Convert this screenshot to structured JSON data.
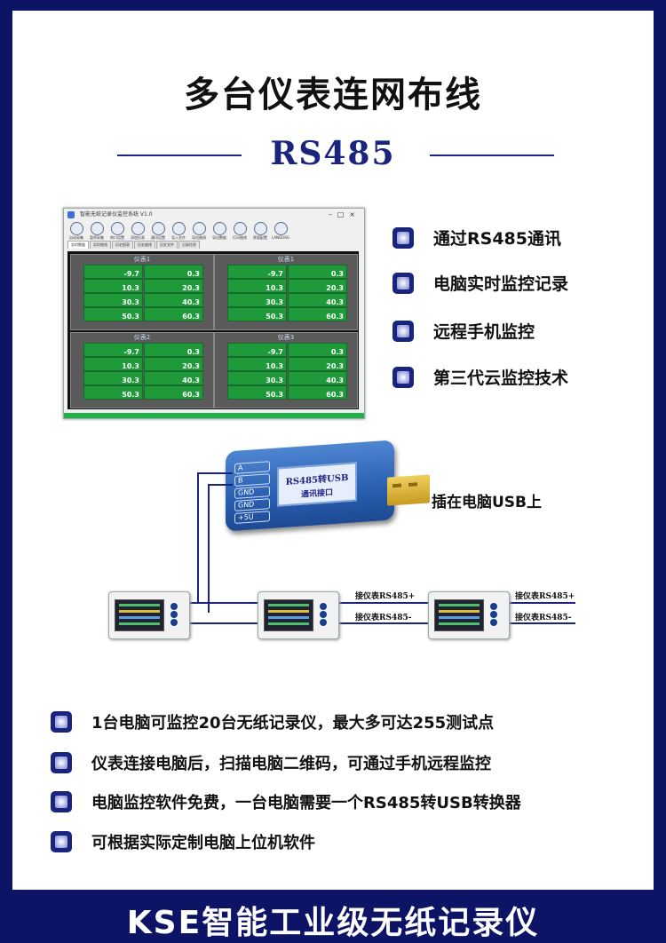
{
  "header": {
    "title": "多台仪表连网布线",
    "subtitle": "RS485"
  },
  "software": {
    "window_title": "智能无纸记录仪监控系统 V1.0",
    "toolbar": [
      "自动采集",
      "暂停采集",
      "串口设置",
      "添加仪表",
      "通讯设置",
      "导入文件",
      "导出曲线",
      "导出数据",
      "打印曲线",
      "界面配置",
      "LANGUAGE"
    ],
    "tabs": [
      "实时数据",
      "实时曲线",
      "历史报表",
      "历史曲线",
      "历史文件",
      "记录信息"
    ],
    "panels": [
      {
        "title": "仪表1",
        "values": [
          "-9.7",
          "0.3",
          "10.3",
          "20.3",
          "30.3",
          "40.3",
          "50.3",
          "60.3"
        ]
      },
      {
        "title": "仪表1",
        "values": [
          "-9.7",
          "0.3",
          "10.3",
          "20.3",
          "30.3",
          "40.3",
          "50.3",
          "60.3"
        ]
      },
      {
        "title": "仪表2",
        "values": [
          "-9.7",
          "0.3",
          "10.3",
          "20.3",
          "30.3",
          "40.3",
          "50.3",
          "60.3"
        ]
      },
      {
        "title": "仪表3",
        "values": [
          "-9.7",
          "0.3",
          "10.3",
          "20.3",
          "30.3",
          "40.3",
          "50.3",
          "60.3"
        ]
      }
    ]
  },
  "features": [
    "通过RS485通讯",
    "电脑实时监控记录",
    "远程手机监控",
    "第三代云监控技术"
  ],
  "usb": {
    "pins": [
      "A",
      "B",
      "GND",
      "GND",
      "+5U"
    ],
    "screen_line1": "RS485转USB",
    "screen_line2": "通讯接口",
    "label": "插在电脑USB上"
  },
  "wiring": {
    "plus_label": "接仪表RS485+",
    "minus_label": "接仪表RS485-"
  },
  "notes": [
    "1台电脑可监控20台无纸记录仪，最大多可达255测试点",
    "仪表连接电脑后，扫描电脑二维码，可通过手机远程监控",
    "电脑监控软件免费，一台电脑需要一个RS485转USB转换器",
    "可根据实际定制电脑上位机软件"
  ],
  "footer": "KSE智能工业级无纸记录仪",
  "colors": {
    "navy": "#0d1466",
    "accent": "#1a237e",
    "display_green": "#1f9a3a"
  }
}
